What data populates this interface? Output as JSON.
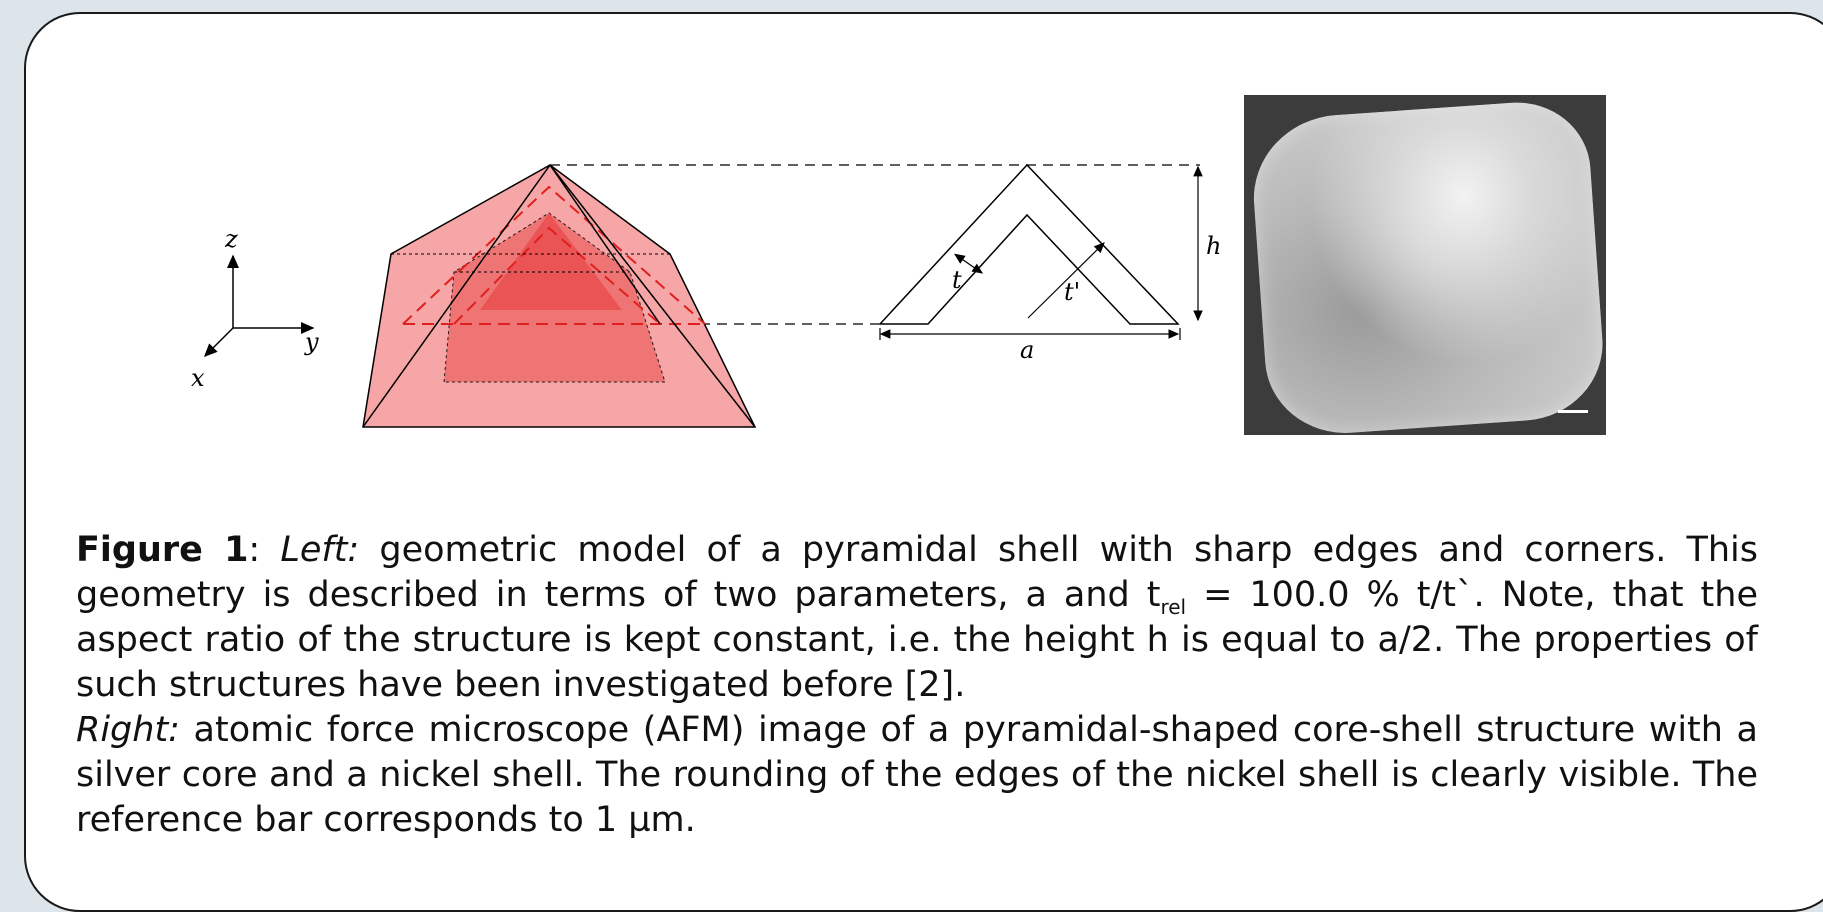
{
  "diagram": {
    "axes": {
      "z": "z",
      "y": "y",
      "x": "x"
    },
    "cross_section": {
      "h": "h",
      "t": "t",
      "t_prime": "t'",
      "a": "a"
    },
    "colors": {
      "pyramid_fill": "#f6a6a6",
      "pyramid_inner": "#ee5a5a",
      "dashed_red": "#e0201f"
    }
  },
  "afm_image": {
    "scale_bar": "1 µm"
  },
  "caption": {
    "fig_label": "Figure 1",
    "colon1": ":",
    "left_label": "Left:",
    "text1": " geometric model of a pyramidal shell with sharp edges and corners. This geometry is described in terms of two parameters, a and t",
    "sub_rel": "rel",
    "text2": " = 100.0 % t/t`.  Note, that the aspect ratio of the structure is kept constant, i.e. the height h is equal to a/2. The properties of such structures have been investigated before [2].",
    "right_label": "Right:",
    "text3": " atomic force microscope (AFM) image of a pyramidal-shaped core-shell structure with a silver core and a nickel shell. The rounding of the edges of the nickel shell is clearly visible. The reference bar corresponds to 1 µm."
  }
}
